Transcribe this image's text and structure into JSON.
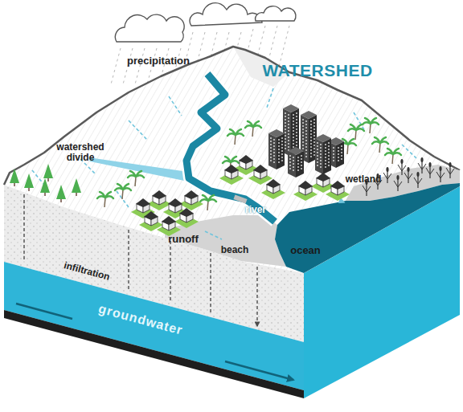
{
  "diagram": {
    "title": "WATERSHED",
    "labels": [
      "precipitation",
      "watershed divide",
      "river",
      "wetland",
      "runoff",
      "ocean",
      "beach",
      "infiltration",
      "groundwater"
    ]
  }
}
